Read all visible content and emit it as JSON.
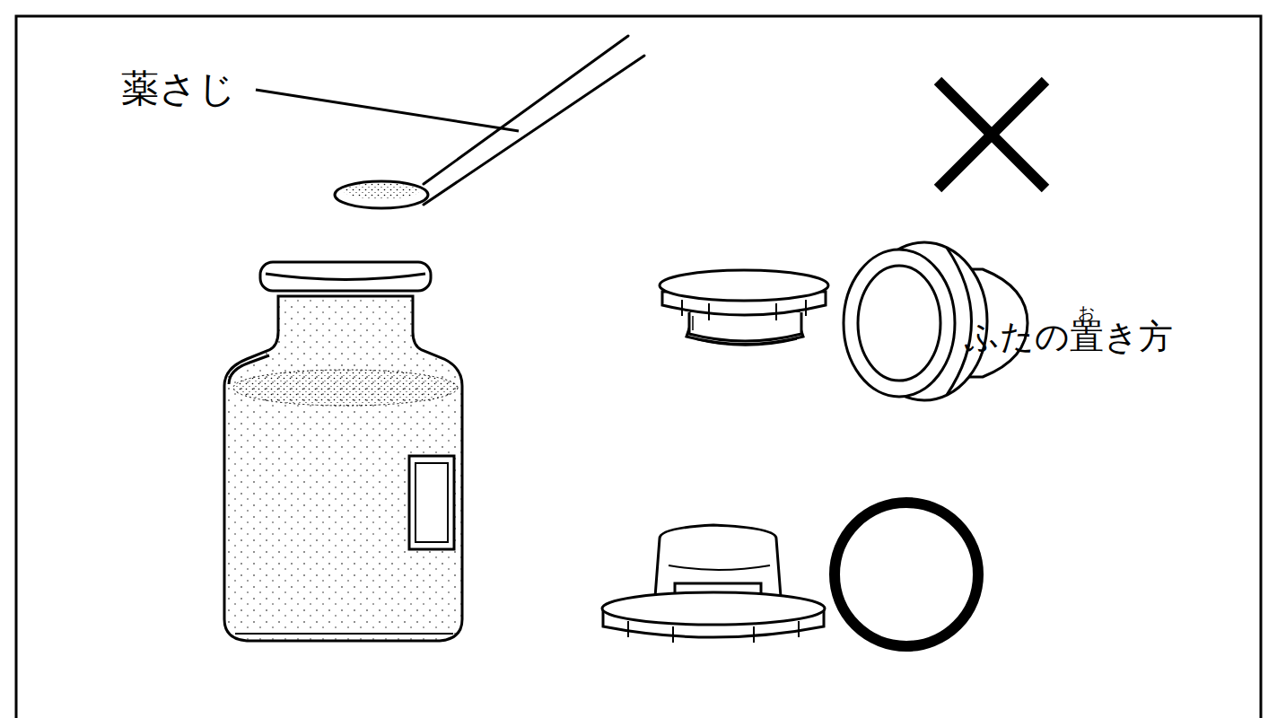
{
  "diagram": {
    "labels": [
      "薬さじ",
      "ふたの置き方",
      "お"
    ]
  }
}
